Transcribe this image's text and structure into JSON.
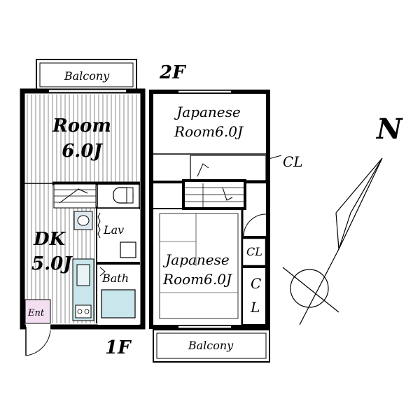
{
  "floor1": {
    "label": "1F",
    "balcony": "Balcony",
    "room_name": "Room",
    "room_size": "6.0J",
    "dk_name": "DK",
    "dk_size": "5.0J",
    "lav": "Lav",
    "bath": "Bath",
    "ent": "Ent"
  },
  "floor2": {
    "label": "2F",
    "japanese_room_top_line1": "Japanese",
    "japanese_room_top_line2": "Room6.0J",
    "japanese_room_bottom_line1": "Japanese",
    "japanese_room_bottom_line2": "Room6.0J",
    "cl_top": "CL",
    "cl_mid": "CL",
    "cl_side_c": "C",
    "cl_side_l": "L",
    "balcony": "Balcony"
  },
  "compass": {
    "north_label": "N",
    "north_color": "#e00000"
  },
  "colors": {
    "wall": "#000000",
    "floor_lines": "#9a9a9a",
    "ent_fill": "#f3dff0",
    "bath_fill": "#c9e6ec"
  }
}
